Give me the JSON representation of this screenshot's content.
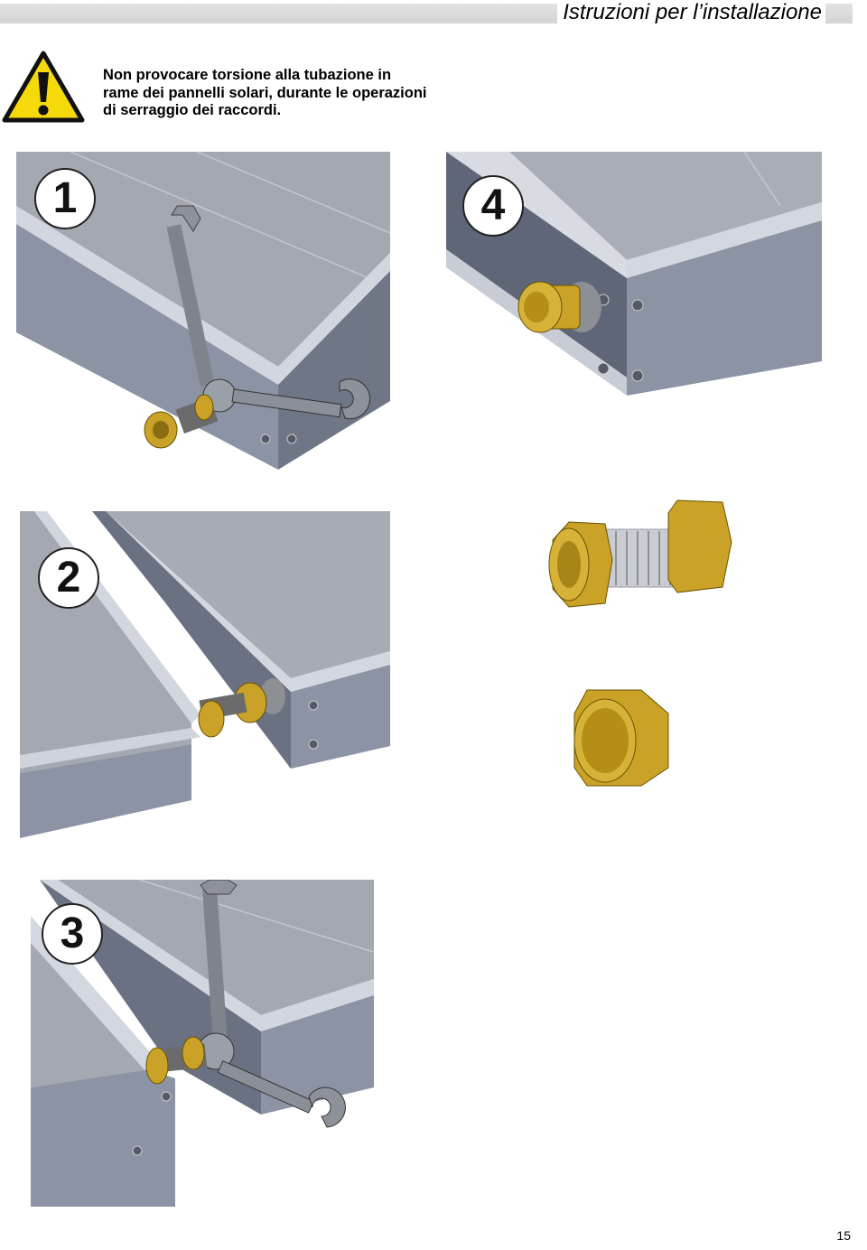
{
  "header": {
    "title": "Istruzioni per l’installazione"
  },
  "warning": {
    "icon": "warning-triangle-icon",
    "lines": [
      "Non provocare torsione alla tubazione in",
      "rame dei pannelli solari, durante le operazioni",
      "di serraggio dei raccordi."
    ]
  },
  "steps": [
    {
      "number": "1"
    },
    {
      "number": "4"
    },
    {
      "number": "2"
    },
    {
      "number": "3"
    }
  ],
  "colors": {
    "brass": "#c9a227",
    "frame": "#8c94a6",
    "glass": "#b9bdc4",
    "warning": "#f5d90a"
  },
  "page_number": "15"
}
